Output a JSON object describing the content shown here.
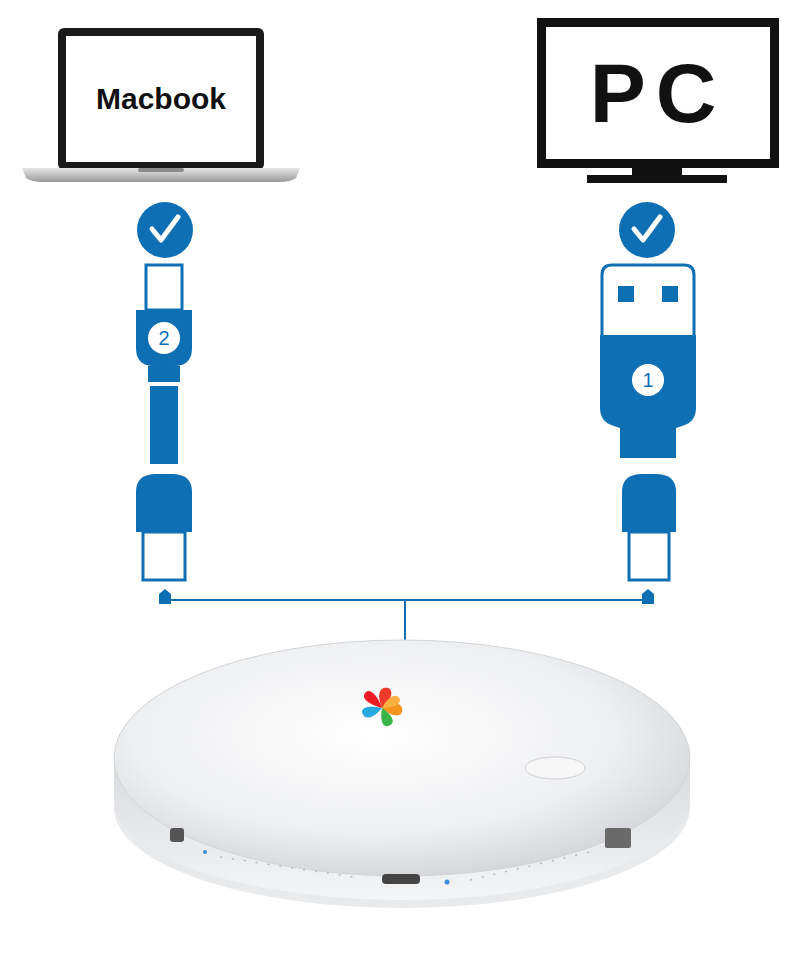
{
  "diagram": {
    "nodes": [
      {
        "text": [
          "Macbook"
        ]
      },
      {
        "text": [
          "PC"
        ]
      }
    ],
    "labels": [
      "2",
      "1"
    ]
  }
}
